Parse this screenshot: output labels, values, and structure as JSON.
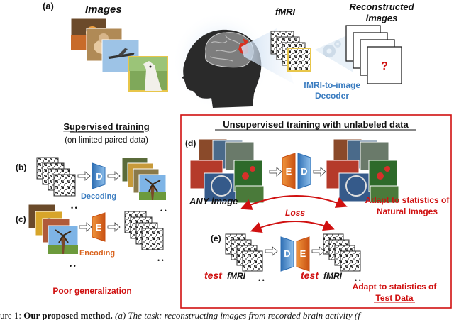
{
  "labels": {
    "a": "(a)",
    "b": "(b)",
    "c": "(c)",
    "d": "(d)",
    "e": "(e)"
  },
  "top": {
    "images": "Images",
    "fmri": "fMRI",
    "reconstructed_line1": "Reconstructed",
    "reconstructed_line2": "images",
    "question_mark": "?",
    "decoder_line1": "fMRI-to-image",
    "decoder_line2": "Decoder"
  },
  "supervised": {
    "title": "Supervised training",
    "subtitle": "(on limited paired data)",
    "decoder_letter": "D",
    "decoding": "Decoding",
    "encoder_letter": "E",
    "encoding": "Encoding",
    "poor_generalization": "Poor generalization",
    "dots": "•\n•"
  },
  "unsupervised": {
    "title": "Unsupervised training with unlabeled data",
    "any_image": "ANY image",
    "loss": "Loss",
    "encoder_letter": "E",
    "decoder_letter": "D",
    "adapt_natural_line1": "Adapt to statistics of",
    "adapt_natural_line2": "Natural Images",
    "test_word": "test",
    "fmri_word": "fMRI",
    "adapt_test_line1": "Adapt to statistics of",
    "adapt_test_line2": "Test Data"
  },
  "caption": {
    "prefix": "ure 1: ",
    "bold": "Our proposed method.",
    "italic": " (a) The task: reconstructing images from recorded brain activity (f"
  },
  "colors": {
    "decoder_blue": "#4a86c8",
    "encoder_orange": "#d9641f",
    "accent_red": "#d01010",
    "decoder_text": "#3a7cc0",
    "encoder_text": "#d9641f"
  }
}
